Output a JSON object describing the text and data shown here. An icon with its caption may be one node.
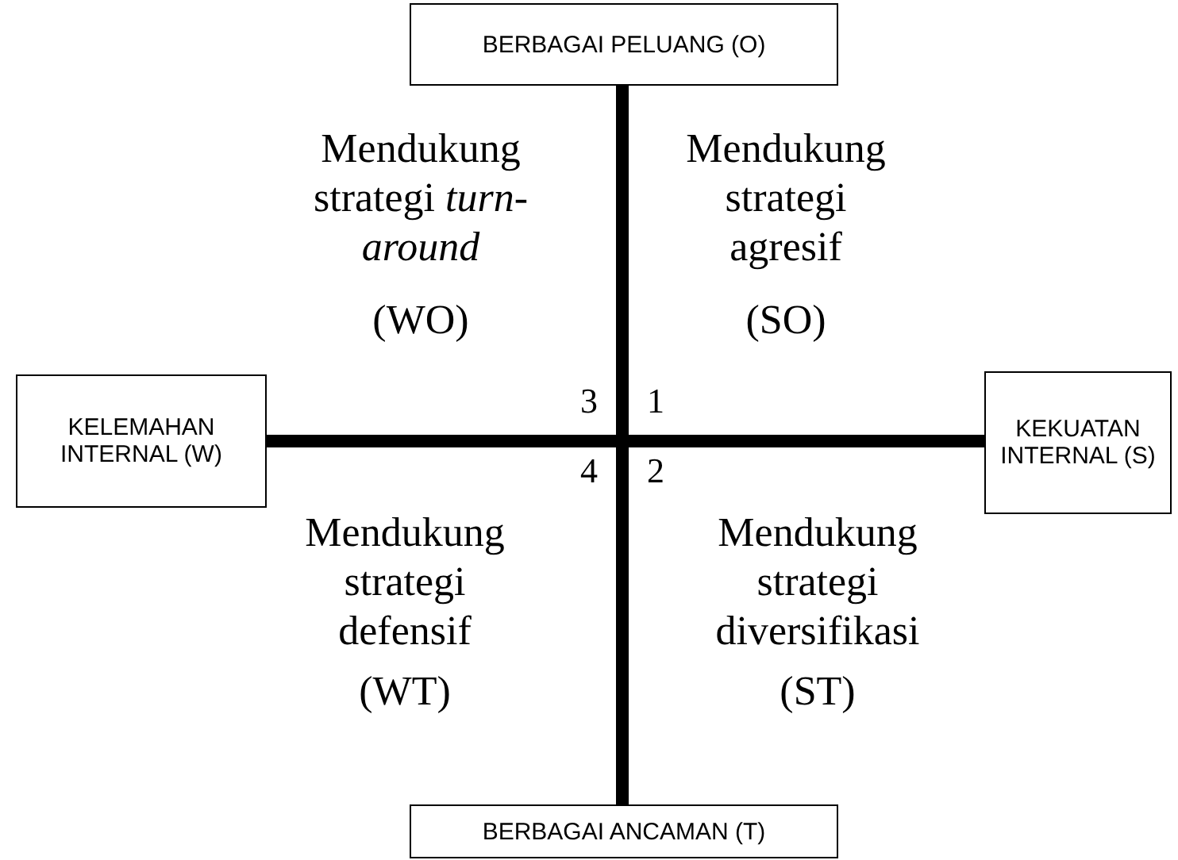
{
  "diagram": {
    "nodes": [
      {
        "text": [
          "BERBAGAI PELUANG (O)"
        ]
      },
      {
        "text": [
          "KELEMAHAN INTERNAL (W)"
        ]
      },
      {
        "text": [
          "KEKUATAN INTERNAL (S)"
        ]
      },
      {
        "text": [
          "BERBAGAI ANCAMAN (T)"
        ]
      }
    ],
    "edges": [
      {
        "from": 0,
        "to": 3,
        "arrow": "none"
      },
      {
        "from": 1,
        "to": 2,
        "arrow": "none"
      }
    ],
    "labels": [
      "Mendukung strategi *turn-around*",
      "(WO)",
      "Mendukung strategi agresif",
      "(SO)",
      "3",
      "1",
      "4",
      "2",
      "Mendukung strategi defensif",
      "(WT)",
      "Mendukung strategi diversifikasi",
      "(ST)"
    ]
  }
}
